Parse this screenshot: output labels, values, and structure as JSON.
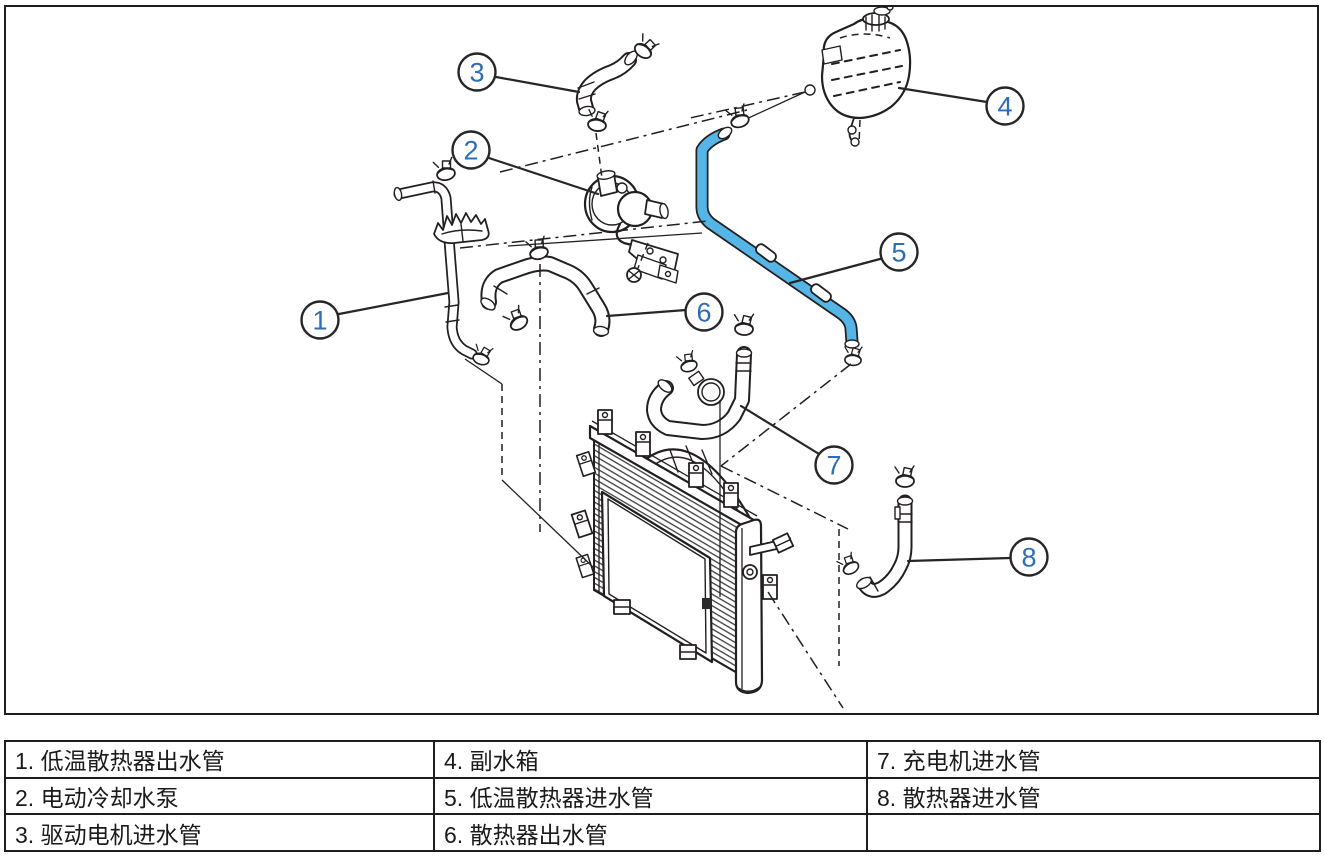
{
  "figure": {
    "kind": "exploded-parts-diagram",
    "subject": "EV cooling system pipes, pump, reservoir and radiator",
    "line_color": "#231f20",
    "highlight_color": "#54b5e6",
    "callout_number_color": "#2e6db6",
    "callouts": [
      {
        "num": "1",
        "label": "低温散热器出水管"
      },
      {
        "num": "2",
        "label": "电动冷却水泵"
      },
      {
        "num": "3",
        "label": "驱动电机进水管"
      },
      {
        "num": "4",
        "label": "副水箱"
      },
      {
        "num": "5",
        "label": "低温散热器进水管"
      },
      {
        "num": "6",
        "label": "散热器出水管"
      },
      {
        "num": "7",
        "label": "充电机进水管"
      },
      {
        "num": "8",
        "label": "散热器进水管"
      }
    ]
  },
  "legend": {
    "rows": [
      [
        "1. 低温散热器出水管",
        "4. 副水箱",
        "7. 充电机进水管"
      ],
      [
        "2. 电动冷却水泵",
        "5. 低温散热器进水管",
        "8. 散热器进水管"
      ],
      [
        "3. 驱动电机进水管",
        "6. 散热器出水管",
        ""
      ]
    ]
  }
}
